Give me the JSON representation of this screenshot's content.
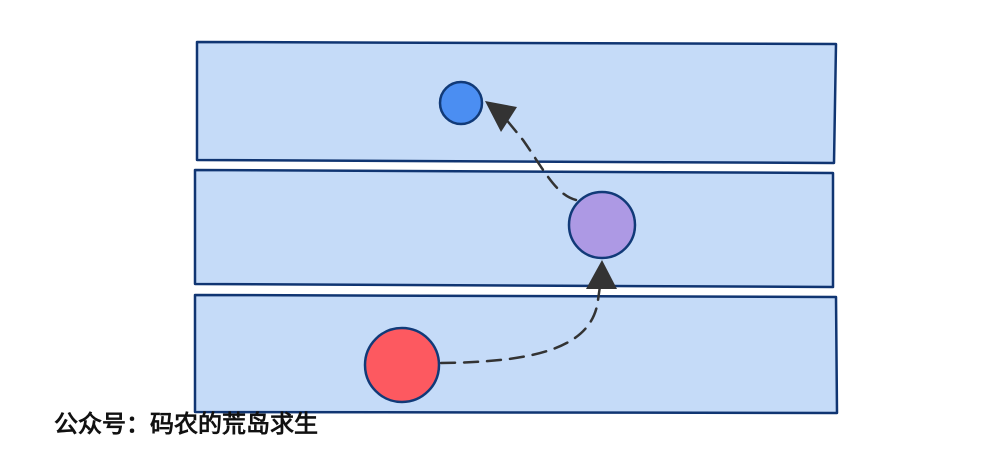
{
  "watermark": {
    "text": "公众号：码农的荒岛求生"
  },
  "colors": {
    "background": "#ffffff",
    "layer_fill": "#c5dbf8",
    "layer_stroke": "#103572",
    "node_top": "#4b8ef2",
    "node_middle": "#ad99e4",
    "node_bottom": "#fd5960",
    "node_stroke": "#113a78",
    "arrow": "#333333"
  },
  "diagram": {
    "layers": [
      "top-layer",
      "middle-layer",
      "bottom-layer"
    ],
    "nodes": [
      {
        "id": "top-node",
        "layer": "top-layer",
        "shape": "circle"
      },
      {
        "id": "middle-node",
        "layer": "middle-layer",
        "shape": "circle"
      },
      {
        "id": "bottom-node",
        "layer": "bottom-layer",
        "shape": "circle"
      }
    ],
    "edges": [
      {
        "from": "bottom-node",
        "to": "middle-node",
        "style": "dashed"
      },
      {
        "from": "middle-node",
        "to": "top-node",
        "style": "dashed"
      }
    ]
  }
}
